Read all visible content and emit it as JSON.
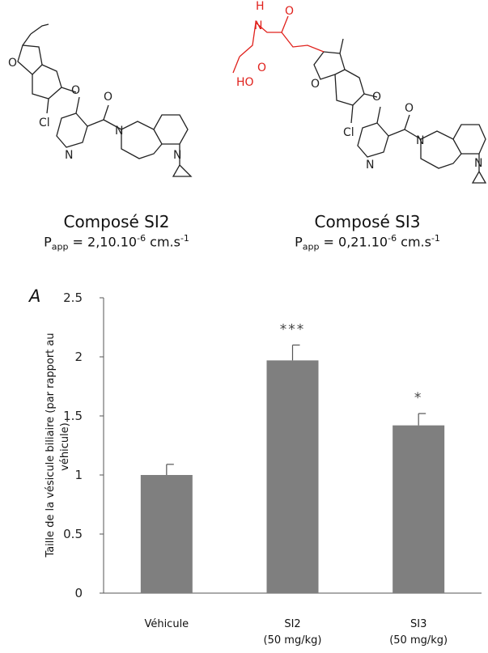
{
  "compounds": [
    {
      "name": "Composé SI2",
      "papp": {
        "base": "P",
        "sub": "app",
        "eq": " = 2,10.10",
        "exp1": "-6",
        "unit": " cm.s",
        "exp2": "-1"
      },
      "atoms": {
        "O_furan": "O",
        "Cl": "Cl",
        "O_ether": "O",
        "O_carbonyl": "O",
        "N_pyridine": "N",
        "N_amide": "N",
        "N_amine": "N"
      }
    },
    {
      "name": "Composé SI3",
      "papp": {
        "base": "P",
        "sub": "app",
        "eq": " = 0,21.10",
        "exp1": "-6",
        "unit": " cm.s",
        "exp2": "-1"
      },
      "atoms": {
        "H_amide": "H",
        "N_amide_side": "N",
        "O_side1": "O",
        "O_acid": "O",
        "HO": "HO",
        "O_furan": "O",
        "Cl": "Cl",
        "O_ether": "O",
        "O_carbonyl": "O",
        "N_pyridine": "N",
        "N_amide": "N",
        "N_amine": "N"
      }
    }
  ],
  "panel_letter": "A",
  "colors": {
    "bar": "#7f7f7f",
    "axis": "#555555",
    "side_chain": "#e0211c",
    "text": "#111111"
  },
  "chart_data": {
    "type": "bar",
    "categories": [
      [
        "Véhicule"
      ],
      [
        "SI2",
        "(50 mg/kg)"
      ],
      [
        "SI3",
        "(50 mg/kg)"
      ]
    ],
    "values": [
      1.0,
      1.97,
      1.42
    ],
    "errors": [
      0.09,
      0.13,
      0.1
    ],
    "significance": [
      "",
      "***",
      "*"
    ],
    "ylabel_lines": [
      "Taille de la vésicule biliaire (par rapport au",
      "véhicule)."
    ],
    "xlabel": "",
    "ylim": [
      0,
      2.5
    ],
    "yticks": [
      "0",
      "0.5",
      "1",
      "1.5",
      "2",
      "2.5"
    ],
    "grid": false
  }
}
